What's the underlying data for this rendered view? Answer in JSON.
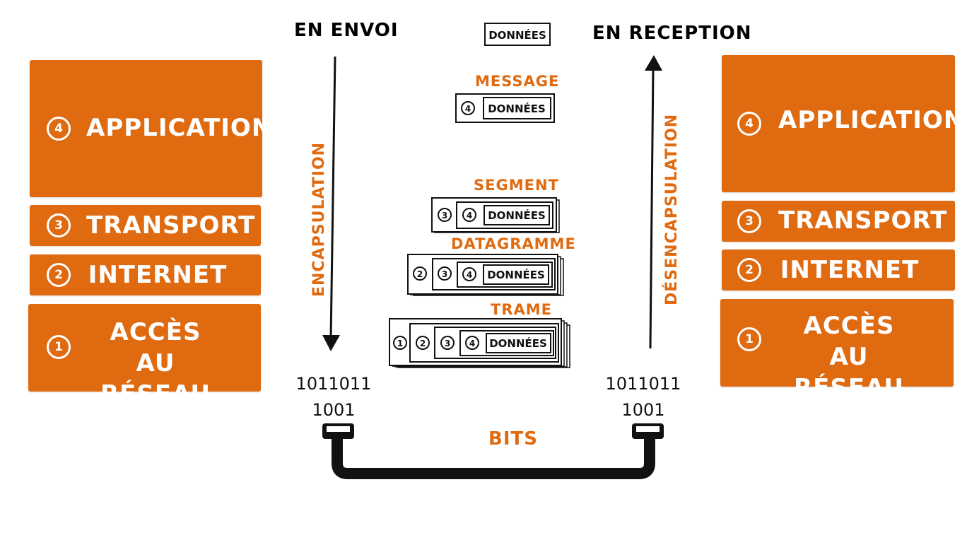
{
  "colors": {
    "accent": "#e06a10",
    "ink": "#111111",
    "layer_text": "#ffffff"
  },
  "left_stack": {
    "layers": [
      {
        "num": "4",
        "label": "APPLICATION"
      },
      {
        "num": "3",
        "label": "TRANSPORT"
      },
      {
        "num": "2",
        "label": "INTERNET"
      },
      {
        "num": "1",
        "label_line1": "ACCÈS",
        "label_line2": "AU RÉSEAU"
      }
    ]
  },
  "right_stack": {
    "layers": [
      {
        "num": "4",
        "label": "APPLICATION"
      },
      {
        "num": "3",
        "label": "TRANSPORT"
      },
      {
        "num": "2",
        "label": "INTERNET"
      },
      {
        "num": "1",
        "label_line1": "ACCÈS",
        "label_line2": "AU RÉSEAU"
      }
    ]
  },
  "headings": {
    "sending": "EN ENVOI",
    "receiving": "EN RECEPTION"
  },
  "arrows": {
    "down_label": "ENCAPSULATION",
    "up_label": "DÉSENCAPSULATION"
  },
  "pdus": {
    "data": "DONNÉES",
    "message": "MESSAGE",
    "segment": "SEGMENT",
    "datagramme": "DATAGRAMME",
    "trame": "TRAME",
    "h4": "4",
    "h3": "3",
    "h2": "2",
    "h1": "1"
  },
  "bits": {
    "left_line1": "1011011",
    "left_line2": "1001",
    "right_line1": "1011011",
    "right_line2": "1001",
    "cable_label": "BITS"
  }
}
